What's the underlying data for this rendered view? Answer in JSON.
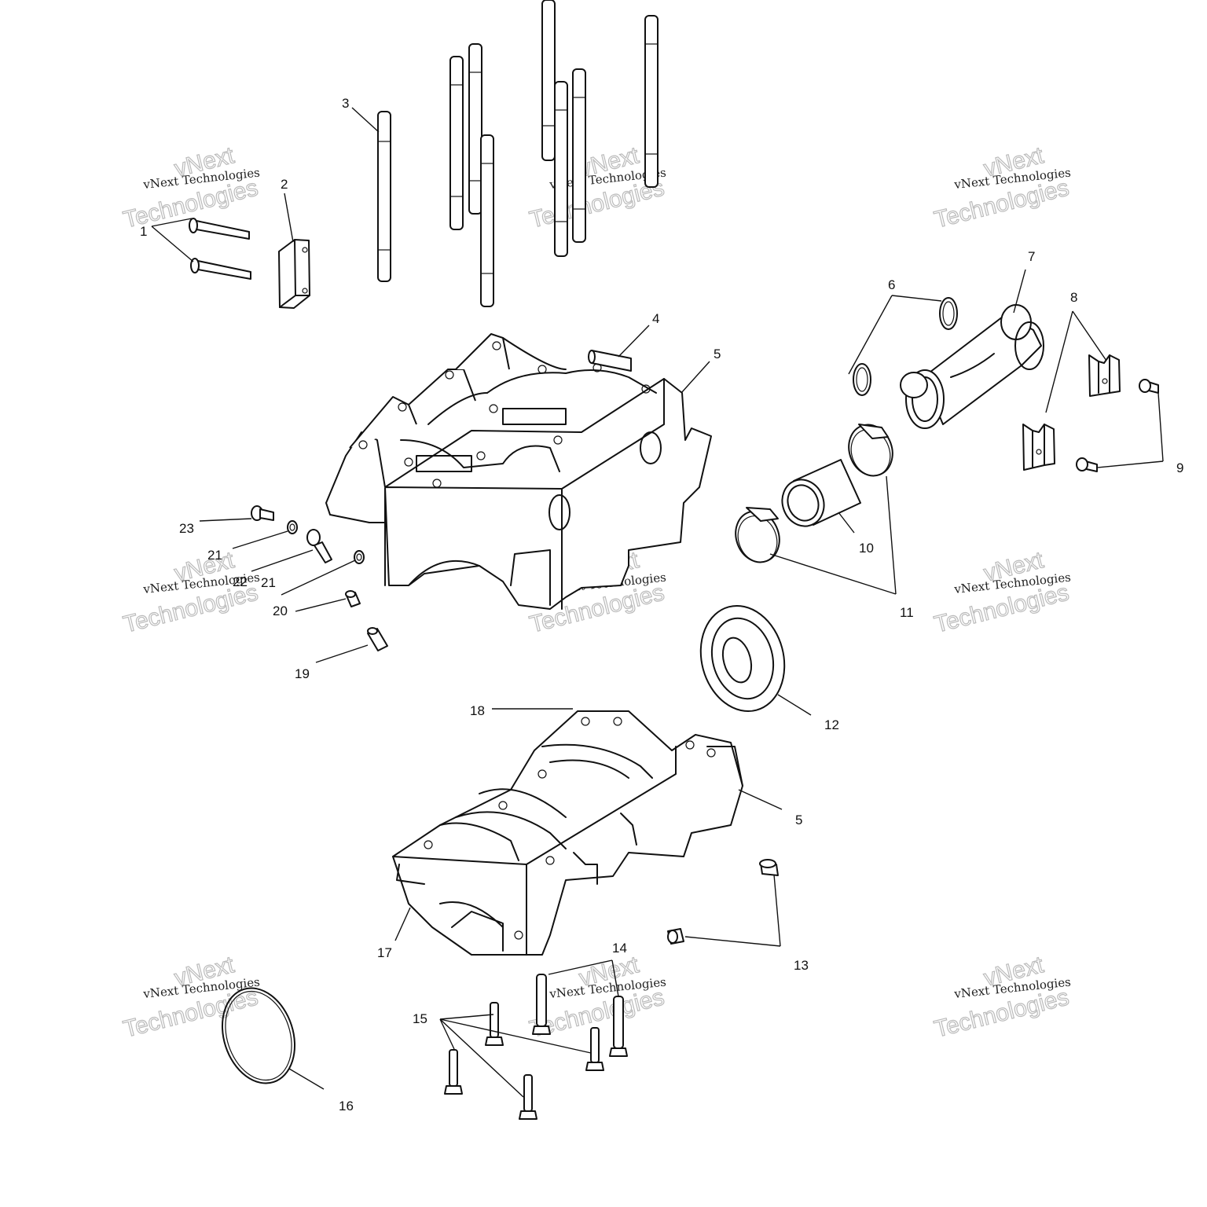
{
  "callouts": {
    "c1": "1",
    "c2": "2",
    "c3": "3",
    "c4": "4",
    "c5a": "5",
    "c5b": "5",
    "c6": "6",
    "c7": "7",
    "c8": "8",
    "c9": "9",
    "c10": "10",
    "c11": "11",
    "c12": "12",
    "c13": "13",
    "c14": "14",
    "c15": "15",
    "c16": "16",
    "c17": "17",
    "c18": "18",
    "c19": "19",
    "c20": "20",
    "c21a": "21",
    "c21b": "21",
    "c22": "22",
    "c23": "23"
  },
  "watermark": {
    "line1": "vNext Technologies",
    "line2": "Technologies",
    "line3": "vNext"
  }
}
